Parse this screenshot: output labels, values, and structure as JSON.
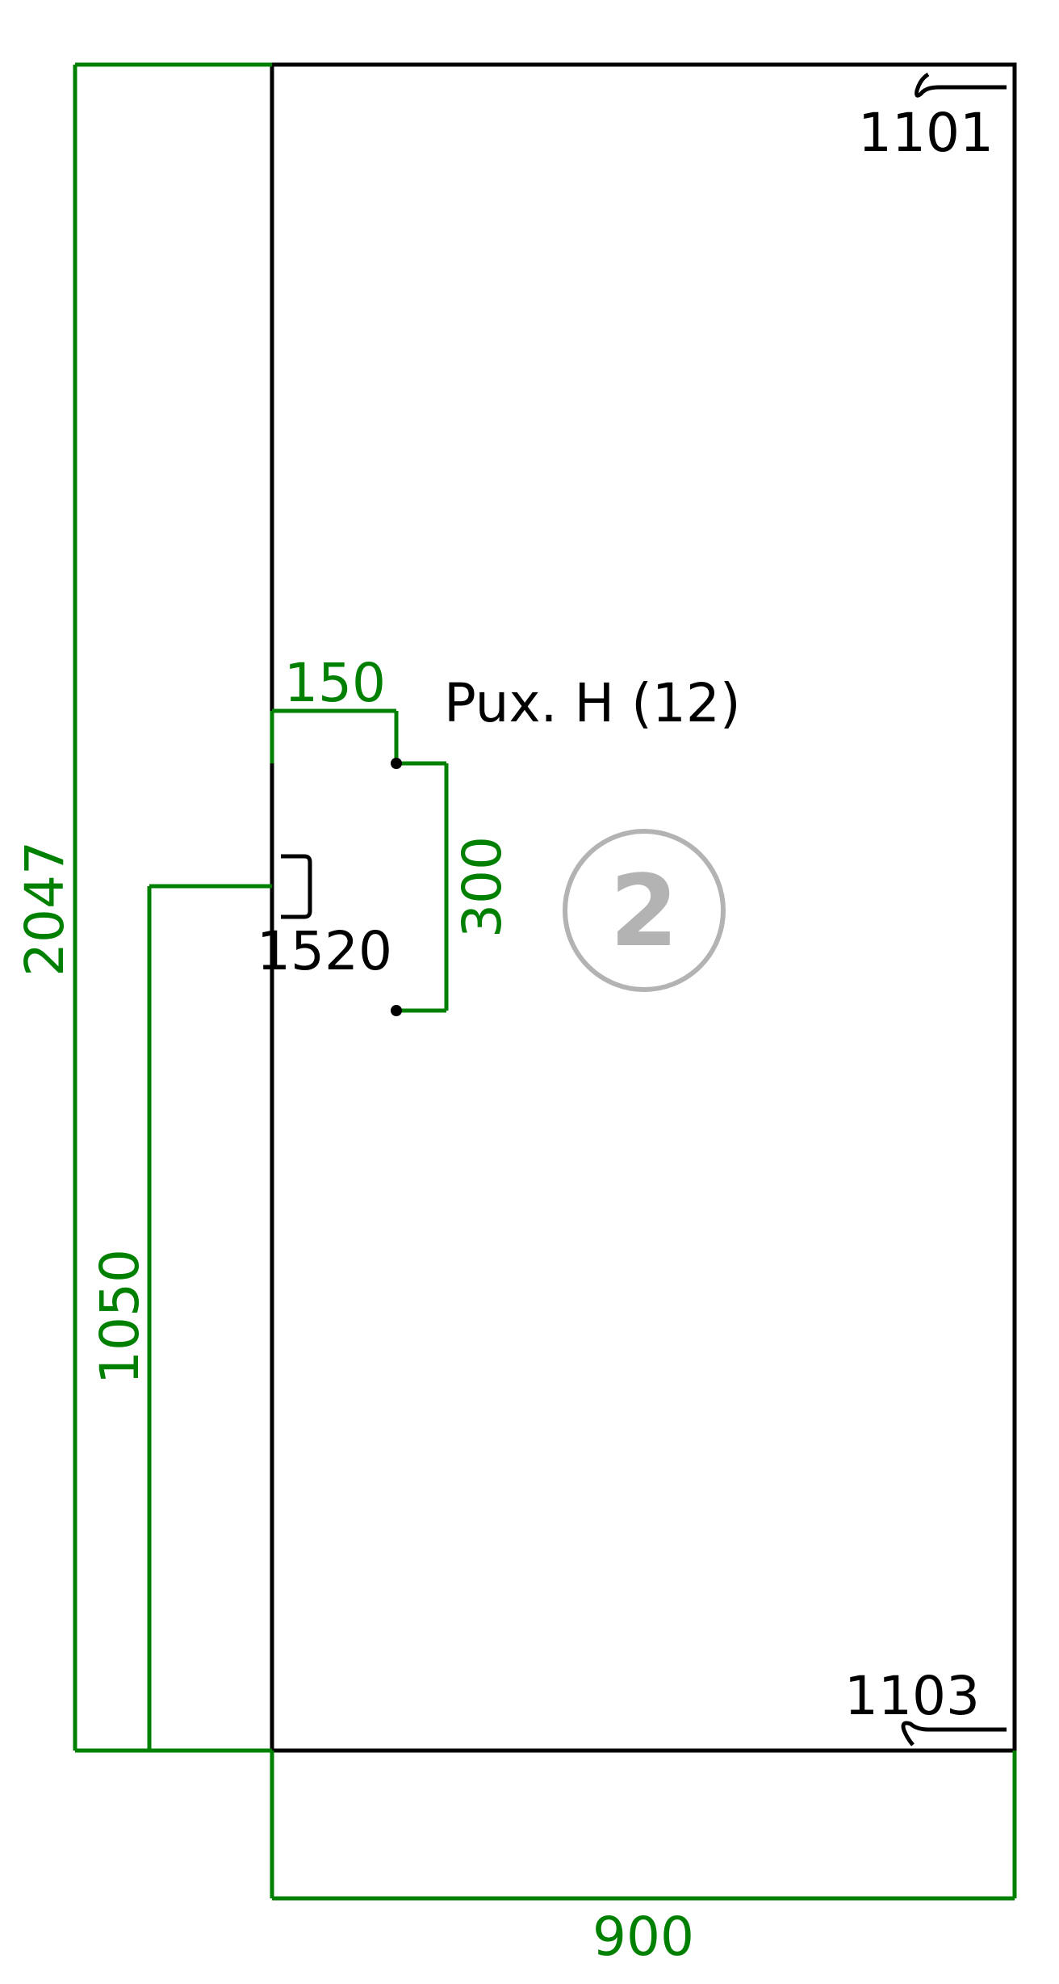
{
  "colors": {
    "dimension": "#008000",
    "outline": "#000000",
    "badge": "#b3b3b3",
    "background": "#ffffff"
  },
  "dimensions": {
    "total_height": "2047",
    "width": "900",
    "handle_height": "1050",
    "hole_offset": "150",
    "hole_spacing": "300"
  },
  "labels": {
    "hinge_top": "1101",
    "hinge_bottom": "1103",
    "handle": "1520",
    "holes": "Pux. H (12)"
  },
  "badge": {
    "number": "2"
  },
  "icons": {
    "hinge_top": "hinge-top-icon",
    "hinge_bottom": "hinge-bottom-icon",
    "handle": "handle-bracket-icon",
    "hole": "drill-hole-icon"
  }
}
